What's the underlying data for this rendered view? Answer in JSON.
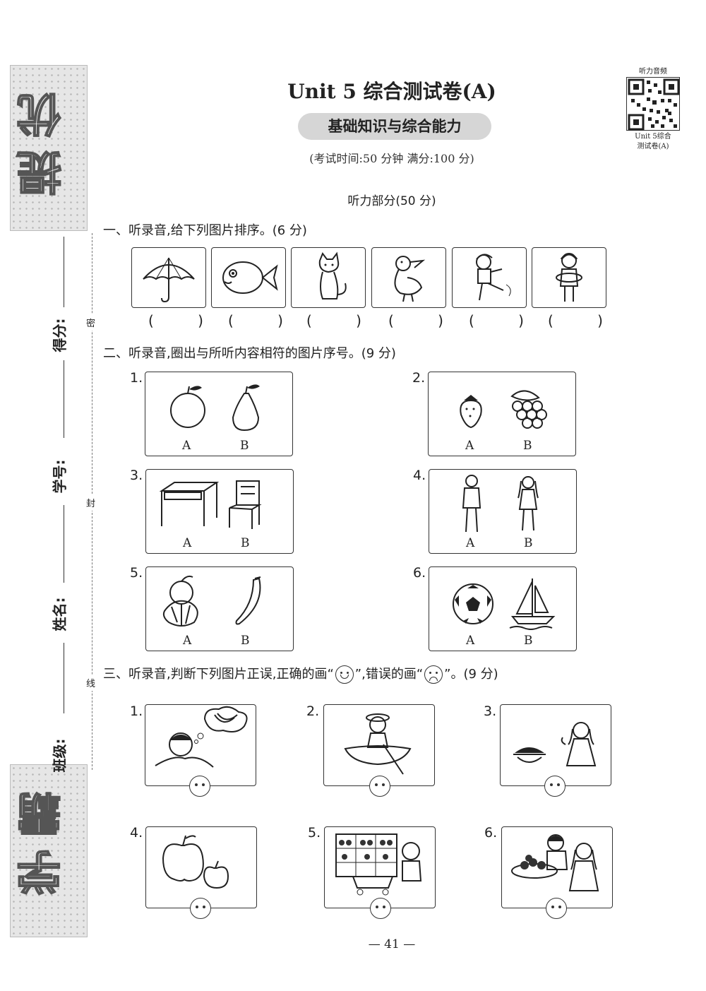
{
  "header": {
    "title": "Unit 5 综合测试卷(A)",
    "subtitle": "基础知识与综合能力",
    "exam_info": "(考试时间:50 分钟   满分:100 分)",
    "qr_caption_top": "听力音频",
    "qr_caption_line1": "Unit 5综合",
    "qr_caption_line2": "测试卷(A)"
  },
  "sidebar": {
    "banner_top": "提优",
    "banner_bottom": "学霸",
    "labels": [
      "得分:",
      "学号:",
      "姓名:",
      "班级:"
    ],
    "seal_chars": [
      "密",
      "封",
      "线"
    ]
  },
  "listening": {
    "heading": "听力部分(50 分)",
    "part1": {
      "heading": "一、听录音,给下列图片排序。(6 分)",
      "items": [
        "umbrella-icon",
        "fish-icon",
        "cat-icon",
        "duck-icon",
        "boy-kicking-icon",
        "girl-icon"
      ],
      "blank": "(  )"
    },
    "part2": {
      "heading": "二、听录音,圈出与所听内容相符的图片序号。(9 分)",
      "items": [
        {
          "num": "1.",
          "a": "A",
          "b": "B",
          "a_icon": "apple-icon",
          "b_icon": "pear-icon"
        },
        {
          "num": "2.",
          "a": "A",
          "b": "B",
          "a_icon": "strawberry-icon",
          "b_icon": "grapes-icon"
        },
        {
          "num": "3.",
          "a": "A",
          "b": "B",
          "a_icon": "desk-icon",
          "b_icon": "chair-icon"
        },
        {
          "num": "4.",
          "a": "A",
          "b": "B",
          "a_icon": "man-icon",
          "b_icon": "girl-standing-icon"
        },
        {
          "num": "5.",
          "a": "A",
          "b": "B",
          "a_icon": "orange-icon",
          "b_icon": "banana-icon"
        },
        {
          "num": "6.",
          "a": "A",
          "b": "B",
          "a_icon": "football-icon",
          "b_icon": "sailboat-icon"
        }
      ]
    },
    "part3": {
      "heading_prefix": "三、听录音,判断下列图片正误,正确的画“",
      "heading_mid": "”,错误的画“",
      "heading_suffix": "”。(9 分)",
      "items": [
        {
          "num": "1.",
          "icon": "boy-thinking-bananas-icon"
        },
        {
          "num": "2.",
          "icon": "boy-in-boat-icon"
        },
        {
          "num": "3.",
          "icon": "girl-watermelon-icon"
        },
        {
          "num": "4.",
          "icon": "apples-icon"
        },
        {
          "num": "5.",
          "icon": "boy-fruit-shop-icon"
        },
        {
          "num": "6.",
          "icon": "family-fruit-plate-icon"
        }
      ]
    }
  },
  "footer": {
    "page_number": "— 41 —"
  }
}
